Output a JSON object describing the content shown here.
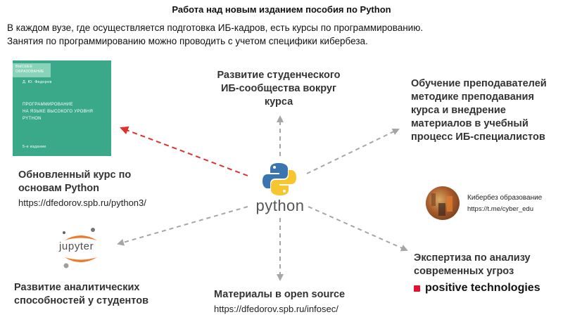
{
  "title": "Работа над новым изданием пособия по Python",
  "intro": {
    "line1": "В каждом вузе, где осуществляется подготовка ИБ-кадров, есть курсы по программированию.",
    "line2": "Занятия по программированию можно проводить с учетом специфики кибербеза."
  },
  "book": {
    "band": "ВЫСШЕЕ ОБРАЗОВАНИЕ",
    "author": "Д. Ю. Федоров",
    "line1": "ПРОГРАММИРОВАНИЕ",
    "line2": "НА ЯЗЫКЕ ВЫСОКОГО УРОВНЯ",
    "line3": "PYTHON",
    "edition": "5-е издание"
  },
  "nodes": {
    "course": {
      "line1": "Обновленный курс по",
      "line2": "основам Python",
      "url": "https://dfedorov.spb.ru/python3/"
    },
    "community": {
      "line1": "Развитие студенческого",
      "line2": "ИБ-сообщества вокруг",
      "line3": "курса"
    },
    "teachers": {
      "line1": "Обучение преподавателей",
      "line2": "методике преподавания",
      "line3": "курса и внедрение",
      "line4": "материалов в учебный",
      "line5": "процесс ИБ-специалистов"
    },
    "cyber": {
      "name": "Кибербез образование",
      "url": "https://t.me/cyber_edu"
    },
    "expertise": {
      "line1": "Экспертиза по анализу",
      "line2": "современных угроз",
      "brand": "positive technologies"
    },
    "opensource": {
      "line1": "Материалы в open source",
      "url": "https://dfedorov.spb.ru/infosec/"
    },
    "analytics": {
      "line1": "Развитие аналитических",
      "line2": "способностей у студентов"
    }
  },
  "center": {
    "label": "python"
  },
  "jupyter": {
    "label": "jupyter"
  },
  "colors": {
    "arrow": "#a6a6a6",
    "arrow_highlight": "#e03030",
    "brand_red": "#e6102e",
    "book": "#3aa98a",
    "python_blue": "#3b75b0",
    "python_yellow": "#f7c62e",
    "jupyter_orange": "#f37726"
  }
}
